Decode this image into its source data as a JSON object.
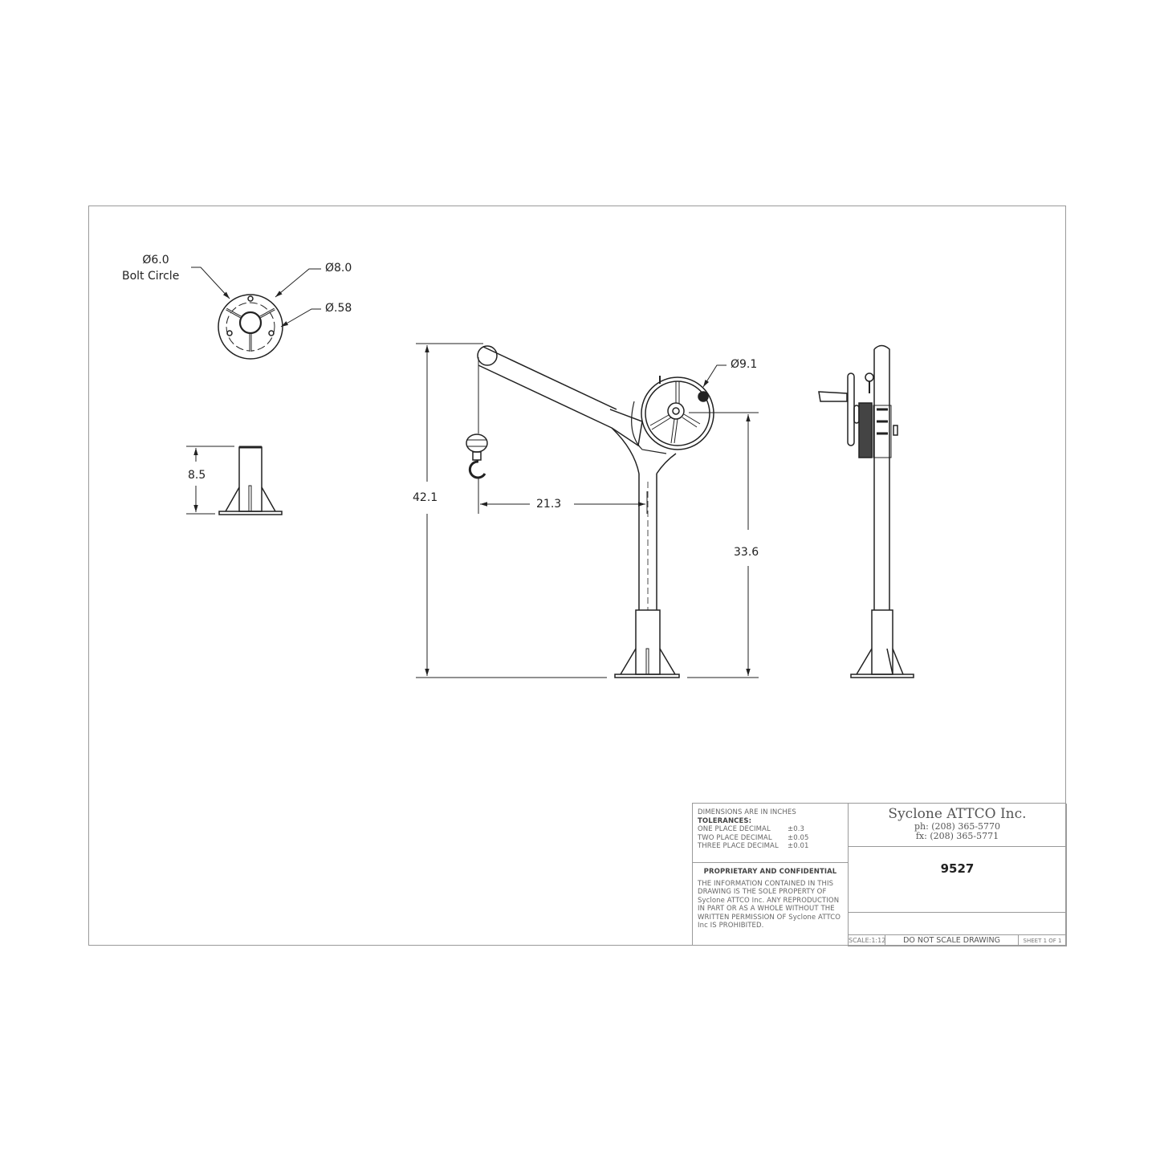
{
  "drawing": {
    "views": {
      "base_top": {
        "bolt_circle_dia": "Ø6.0",
        "bolt_circle_label": "Bolt Circle",
        "outer_dia": "Ø8.0",
        "hole_dia": "Ø.58"
      },
      "base_side": {
        "height": "8.5"
      },
      "front": {
        "overall_height": "42.1",
        "reach": "21.3",
        "wheel_dia": "Ø9.1",
        "winch_height": "33.6"
      },
      "side": {}
    }
  },
  "title_block": {
    "units_note": "DIMENSIONS ARE IN INCHES",
    "tolerances_label": "TOLERANCES:",
    "tolerances": [
      {
        "label": "ONE PLACE DECIMAL",
        "value": "±0.3"
      },
      {
        "label": "TWO PLACE DECIMAL",
        "value": "±0.05"
      },
      {
        "label": "THREE PLACE DECIMAL",
        "value": "±0.01"
      }
    ],
    "proprietary_title": "PROPRIETARY AND CONFIDENTIAL",
    "proprietary_text": "THE INFORMATION CONTAINED IN THIS DRAWING IS THE SOLE PROPERTY OF Syclone ATTCO Inc.  ANY REPRODUCTION IN PART OR AS A WHOLE WITHOUT THE WRITTEN PERMISSION OF Syclone ATTCO Inc IS PROHIBITED.",
    "company": "Syclone ATTCO Inc.",
    "phone": "ph: (208) 365-5770",
    "fax": "fx: (208) 365-5771",
    "part_number": "9527",
    "scale": "SCALE:1:12",
    "scale_note": "DO  NOT  SCALE  DRAWING",
    "sheet": "SHEET 1 OF 1"
  }
}
